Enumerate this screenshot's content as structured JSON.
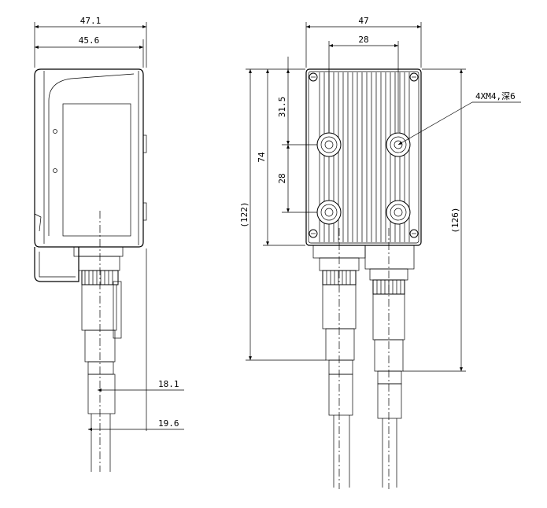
{
  "side_view": {
    "dim_overall_width": "47.1",
    "dim_body_width": "45.6",
    "dim_connector_offset": "18.1",
    "dim_cable_offset": "19.6"
  },
  "rear_view": {
    "dim_overall_width": "47",
    "dim_hole_spacing_x": "28",
    "dim_top_to_hole": "31.5",
    "dim_hole_spacing_y": "28",
    "dim_body_height": "74",
    "dim_total_left": "(122)",
    "dim_total_right": "(126)",
    "callout_holes": "4XM4,深6"
  }
}
